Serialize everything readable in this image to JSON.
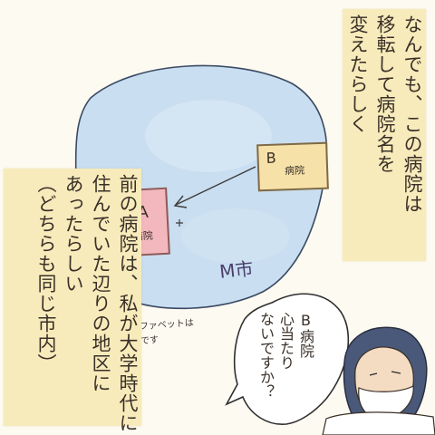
{
  "captions": {
    "top": "なんでも、この病院は\n移転して病院名を\n変えたらしく",
    "left": "前の病院は、私が大学時代に\n住んでいた辺りの地区に\nあったらしい\n（どちらも同じ市内）"
  },
  "map": {
    "hospital_a": {
      "letter": "A",
      "word": "病院"
    },
    "hospital_b": {
      "letter": "B",
      "word": "病院"
    },
    "city_label": "M市",
    "note": "※\nアルファベットは\n仮称です"
  },
  "speech": "B病院\n心当たり\nないですか？",
  "colors": {
    "caption_bg": "#f7ebbb",
    "map_blue": "#c9def0",
    "hospital_a_fill": "#f3b7be",
    "hospital_b_fill": "#f6e1a8"
  }
}
